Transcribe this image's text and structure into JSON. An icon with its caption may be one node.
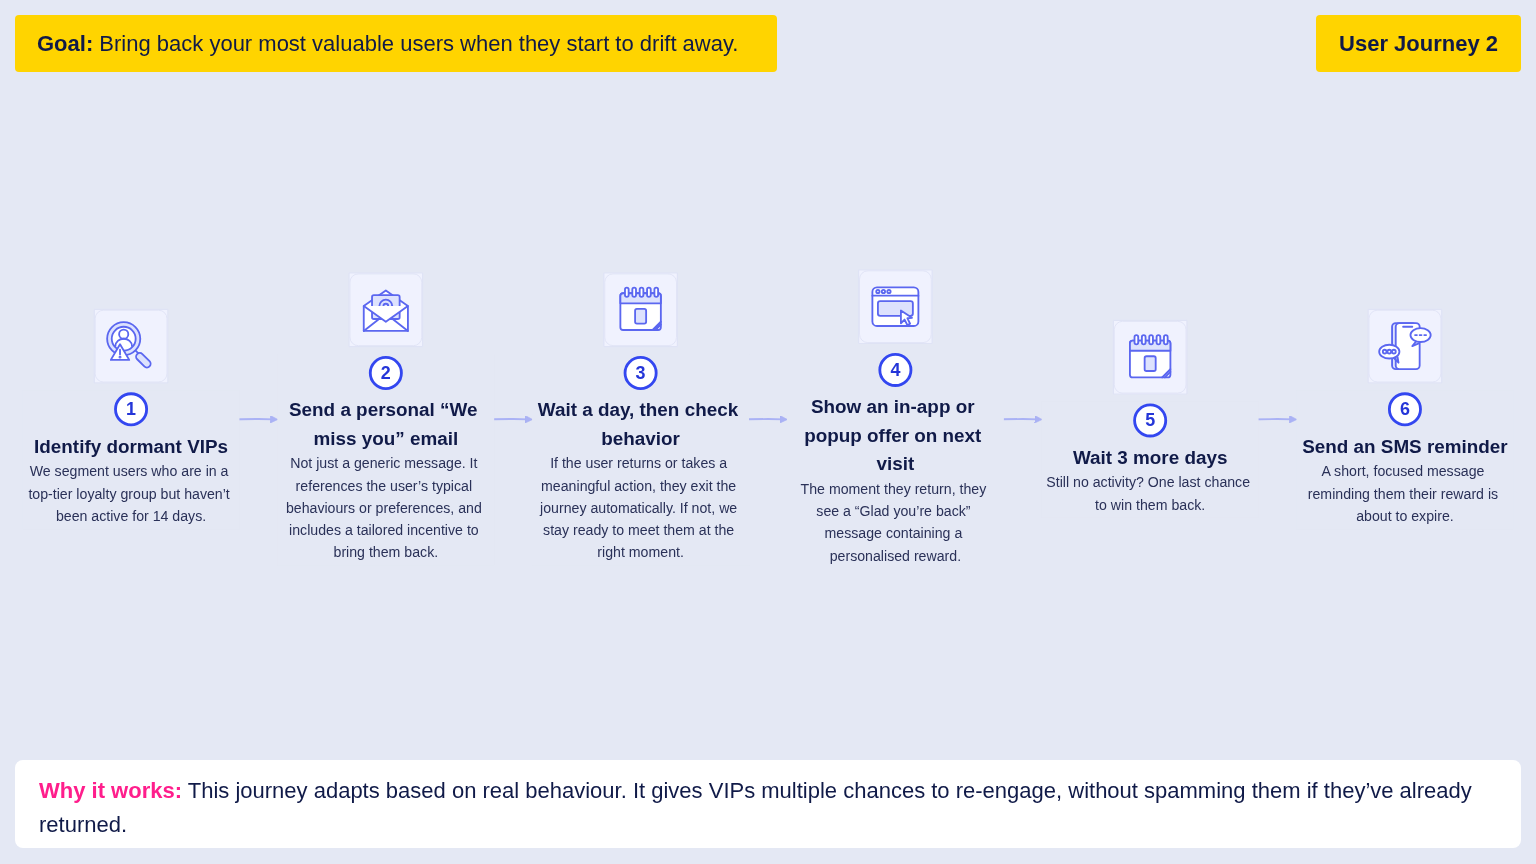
{
  "diagram": {
    "title": "**Goal:** Bring back your most valuable users when they start to drift away.",
    "caption": "**Why it works:** This journey adapts based on real behaviour. It gives VIPs multiple chances to re-engage, without spamming them if they’ve already returned.",
    "nodes": [
      {
        "text": [
          "1",
          "Identify dormant VIPs",
          "We segment users who are in a top-tier loyalty group but haven’t been active for 14 days."
        ]
      },
      {
        "text": [
          "2",
          "Send a personal “We miss you” email",
          "Not just a generic message. It references the user’s typical behaviours or preferences, and includes a tailored incentive to bring them back."
        ]
      },
      {
        "text": [
          "3",
          "Wait a day, then check behavior",
          "If the user returns or takes a meaningful action, they exit the journey automatically. If not, we stay ready to meet them at the right moment."
        ]
      },
      {
        "text": [
          "4",
          "Show an in-app or popup offer on next visit",
          "The moment they return, they see a “Glad you’re back” message containing a personalised reward."
        ]
      },
      {
        "text": [
          "5",
          "Wait 3 more days",
          "Still no activity? One last chance to win them back."
        ]
      },
      {
        "text": [
          "6",
          "Send an SMS reminder",
          "A short, focused message reminding them their reward is about to expire."
        ]
      }
    ],
    "edges": [
      {
        "from": 0,
        "to": 1,
        "arrow": "to"
      },
      {
        "from": 1,
        "to": 2,
        "arrow": "to"
      },
      {
        "from": 2,
        "to": 3,
        "arrow": "to"
      },
      {
        "from": 3,
        "to": 4,
        "arrow": "to"
      },
      {
        "from": 4,
        "to": 5,
        "arrow": "to"
      }
    ],
    "labels": [
      "User Journey 2"
    ]
  }
}
